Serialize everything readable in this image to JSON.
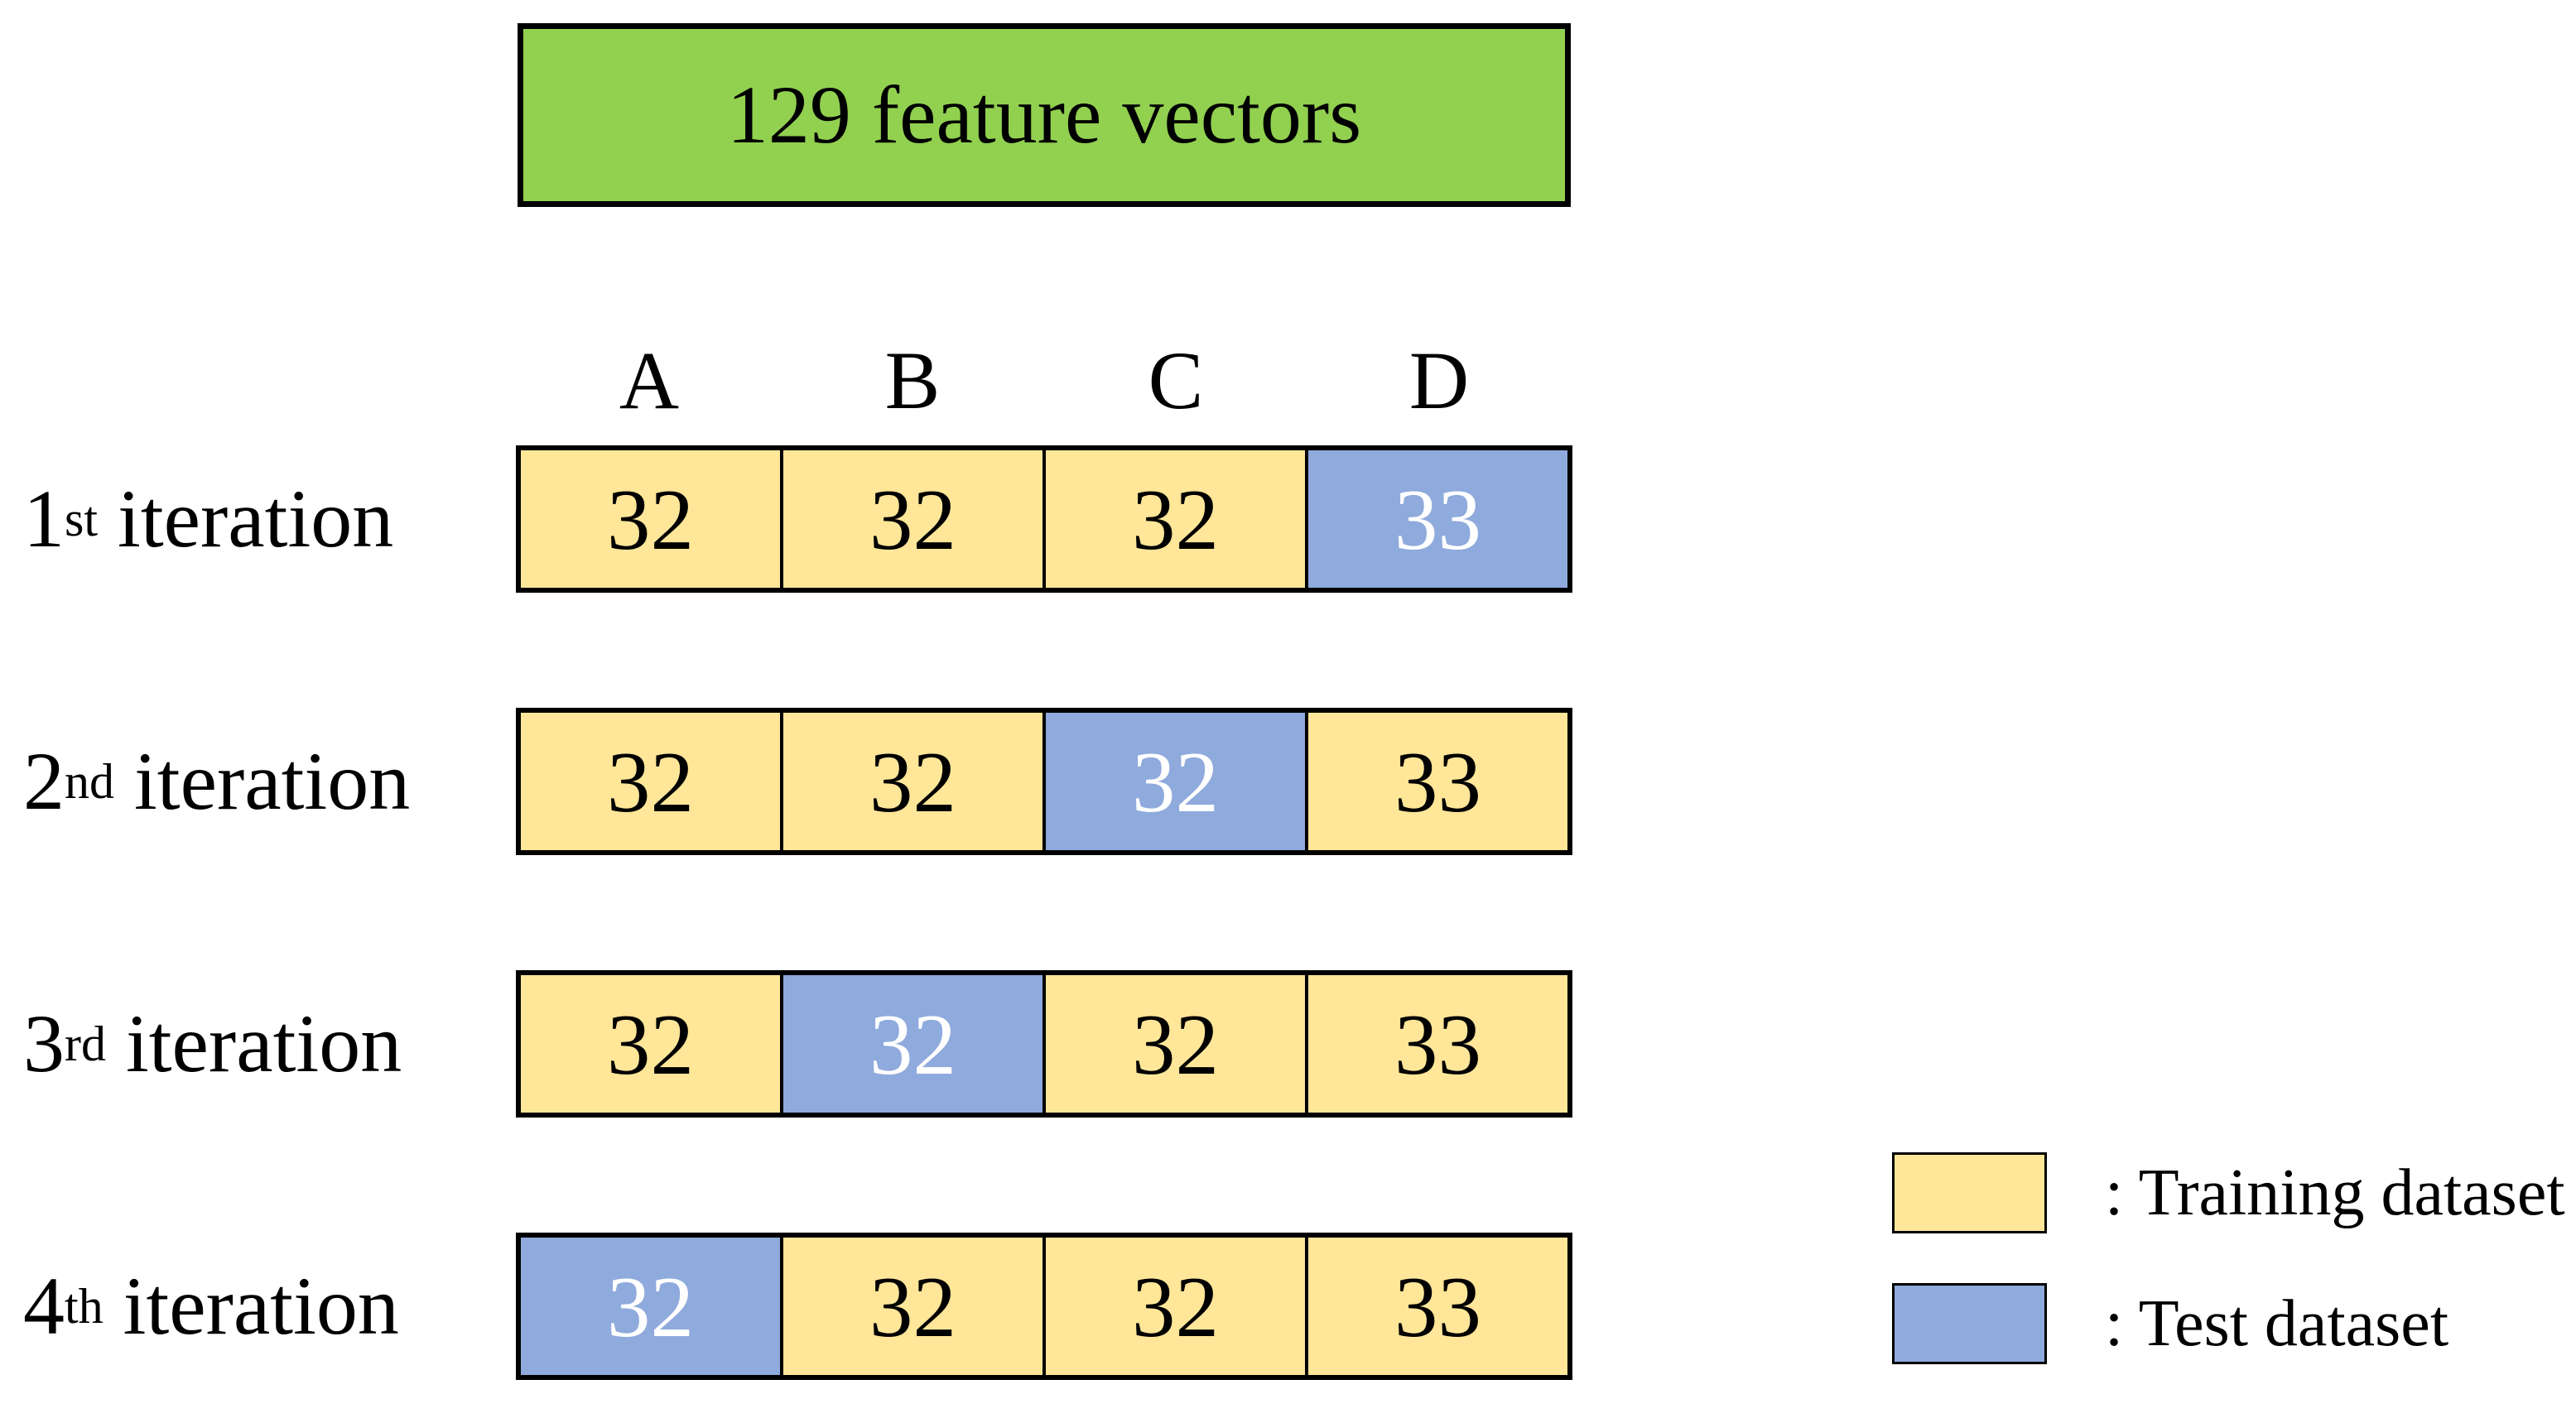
{
  "title": {
    "text": "129 feature vectors"
  },
  "columns": [
    "A",
    "B",
    "C",
    "D"
  ],
  "iterations": [
    {
      "ordinal": "1",
      "suffix": "st",
      "word": "iteration",
      "cells": [
        {
          "value": "32",
          "type": "train"
        },
        {
          "value": "32",
          "type": "train"
        },
        {
          "value": "32",
          "type": "train"
        },
        {
          "value": "33",
          "type": "test"
        }
      ]
    },
    {
      "ordinal": "2",
      "suffix": "nd",
      "word": "iteration",
      "cells": [
        {
          "value": "32",
          "type": "train"
        },
        {
          "value": "32",
          "type": "train"
        },
        {
          "value": "32",
          "type": "test"
        },
        {
          "value": "33",
          "type": "train"
        }
      ]
    },
    {
      "ordinal": "3",
      "suffix": "rd",
      "word": "iteration",
      "cells": [
        {
          "value": "32",
          "type": "train"
        },
        {
          "value": "32",
          "type": "test"
        },
        {
          "value": "32",
          "type": "train"
        },
        {
          "value": "33",
          "type": "train"
        }
      ]
    },
    {
      "ordinal": "4",
      "suffix": "th",
      "word": "iteration",
      "cells": [
        {
          "value": "32",
          "type": "test"
        },
        {
          "value": "32",
          "type": "train"
        },
        {
          "value": "32",
          "type": "train"
        },
        {
          "value": "33",
          "type": "train"
        }
      ]
    }
  ],
  "legend": [
    {
      "label": ": Training dataset",
      "type": "train"
    },
    {
      "label": ": Test dataset",
      "type": "test"
    }
  ],
  "colors": {
    "feature_box": "#92D050",
    "training": "#FFE699",
    "test": "#8FAADC",
    "border": "#000000",
    "test_text": "#FFFFFF"
  }
}
